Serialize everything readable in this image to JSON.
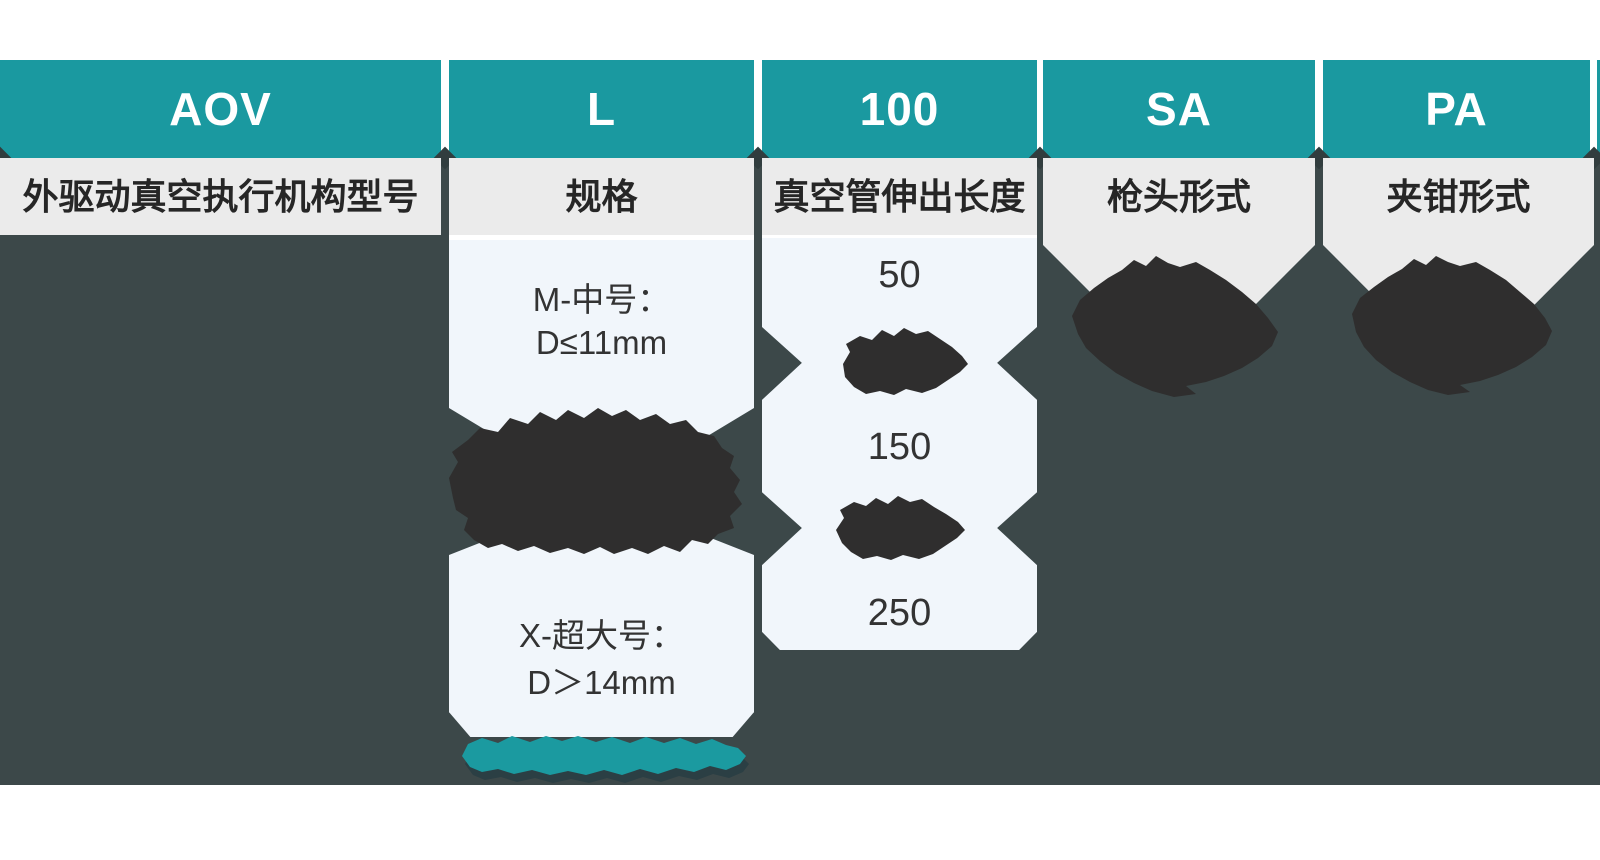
{
  "diagram": {
    "title_note": "product model-number breakdown table",
    "columns": [
      {
        "code": "AOV",
        "label": "外驱动真空执行机构型号"
      },
      {
        "code": "L",
        "label": "规格",
        "options": [
          {
            "line1": "M-中号：",
            "line2": "D≤11mm"
          },
          {
            "line1": "X-超大号：",
            "line2": "D＞14mm"
          }
        ]
      },
      {
        "code": "100",
        "label": "真空管伸出长度",
        "visible_values": [
          "50",
          "150",
          "250"
        ]
      },
      {
        "code": "SA",
        "label": "枪头形式"
      },
      {
        "code": "PA",
        "label": "夹钳形式"
      }
    ],
    "redactions": {
      "black_scribbles": 5,
      "teal_scribbles": 1
    },
    "colors": {
      "header_teal": "#1A99A0",
      "dark_band": "#3C4849",
      "label_gray": "#EBEBEB",
      "content_bg": "#F1F6FB",
      "scribble_black": "#2F2E2E",
      "scribble_teal": "#1B9AA0"
    }
  }
}
